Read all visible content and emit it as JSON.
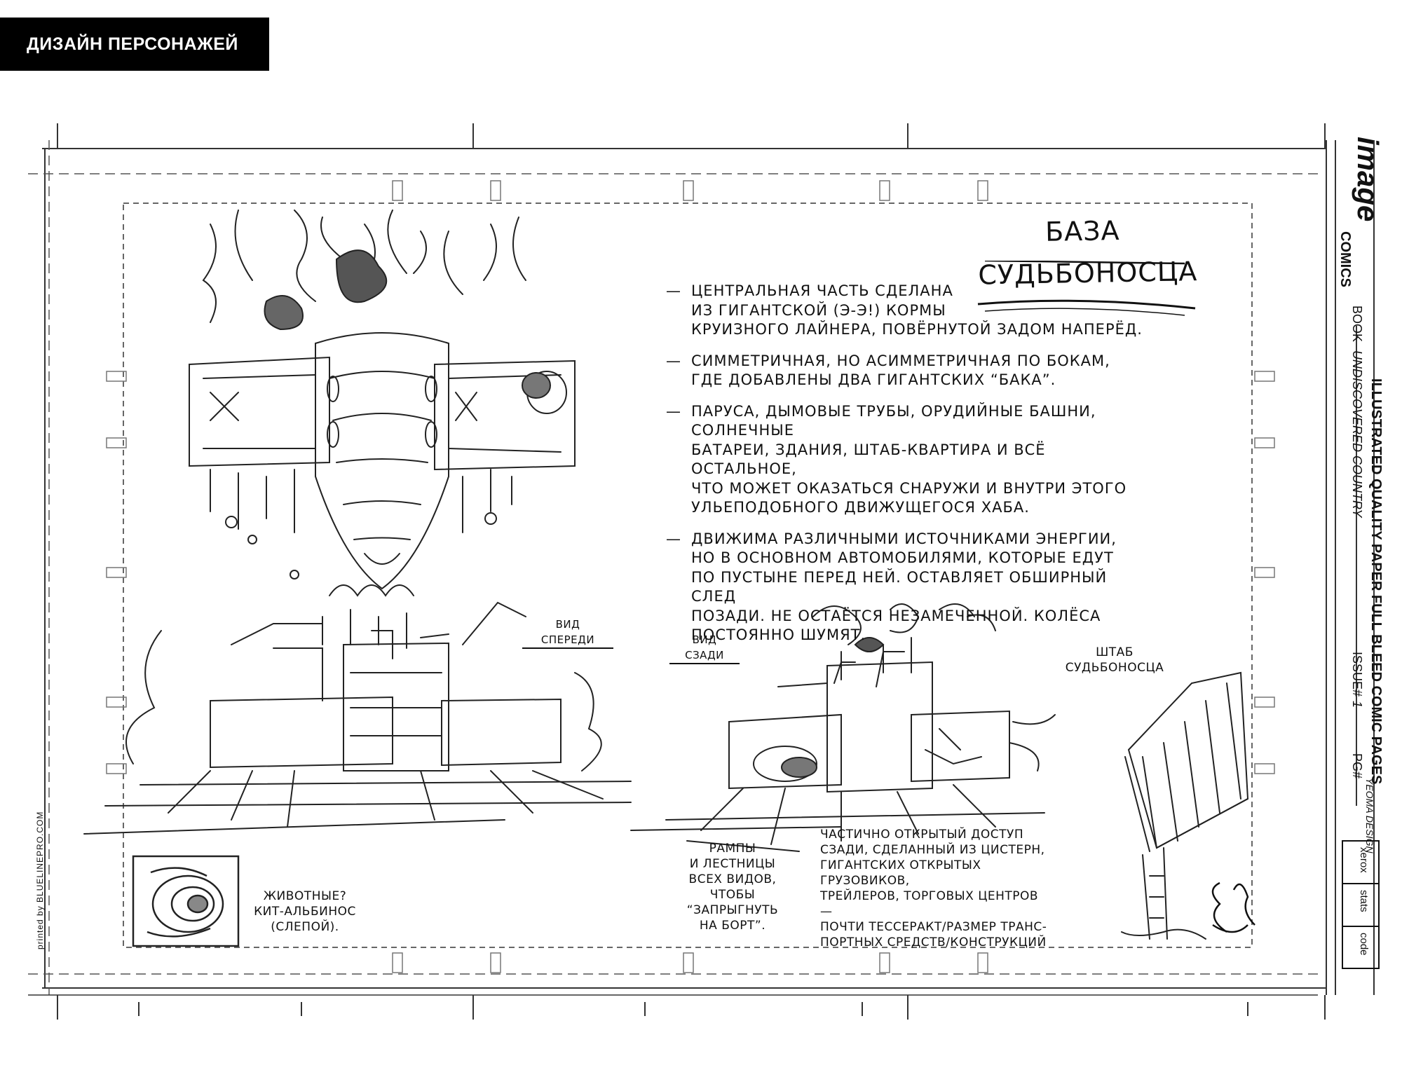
{
  "header": {
    "badge": "ДИЗАЙН ПЕРСОНАЖЕЙ"
  },
  "title": {
    "line1": "БАЗА",
    "line2": "СУДЬБОНОСЦА"
  },
  "notes": [
    {
      "dash": "—",
      "text": "центральная часть сделана\nиз гигантской (э-э!) кормы\nкруизного лайнера, повёрнутой задом наперёд."
    },
    {
      "dash": "—",
      "text": "симметричная, но асимметричная по бокам,\nгде добавлены два гигантских “бака”."
    },
    {
      "dash": "—",
      "text": "паруса, дымовые трубы, орудийные башни, солнечные\nбатареи, здания, штаб-квартира и всё остальное,\nчто может оказаться снаружи и внутри этого\nульеподобного движущегося хаба."
    },
    {
      "dash": "—",
      "text": "движима различными источниками энергии,\nно в основном автомобилями, которые едут\nпо пустыне перед ней. оставляет обширный след\nпозади. не остаётся незамеченной. колёса\nпостоянно шумят."
    }
  ],
  "labels": {
    "front_view": "ВИД\nСПЕРЕДИ",
    "rear_view": "ВИД\nСЗАДИ",
    "hq": "ШТАБ\nСУДЬБОНОСЦА",
    "animals": "ЖИВОТНЫЕ?\nКИТ-АЛЬБИНОС\n(СЛЕПОЙ).",
    "ramps": "РАМПЫ\nИ ЛЕСТНИЦЫ\nВСЕХ ВИДОВ,\nЧТОБЫ\n“ЗАПРЫГНУТЬ\nНА БОРТ”.",
    "rear_access": "ЧАСТИЧНО ОТКРЫТЫЙ ДОСТУП\nСЗАДИ, СДЕЛАННЫЙ ИЗ ЦИСТЕРН,\nГИГАНТСКИХ ОТКРЫТЫХ ГРУЗОВИКОВ,\nТРЕЙЛЕРОВ, ТОРГОВЫХ ЦЕНТРОВ —\nПОЧТИ ТЕССЕРАКТ/РАЗМЕР ТРАНС-\nПОРТНЫХ СРЕДСТВ/КОНСТРУКЦИЙ"
  },
  "board": {
    "publisher_logo": "image",
    "publisher_sub": "COMICS",
    "paper_name": "ILLUSTRATED QUALITY PAPER FULL BLEED COMIC PAGES",
    "book_label": "BOOK",
    "book_value": "UNDISCOVERED COUNTRY",
    "issue_label": "ISSUE#",
    "issue_value": "1",
    "pg_label": "PG#",
    "pg_value": "YEOMA DESIGN",
    "printed_by": "printed by BLUELINEPRO.COM",
    "stamp": [
      "xerox",
      "stats",
      "code"
    ]
  }
}
